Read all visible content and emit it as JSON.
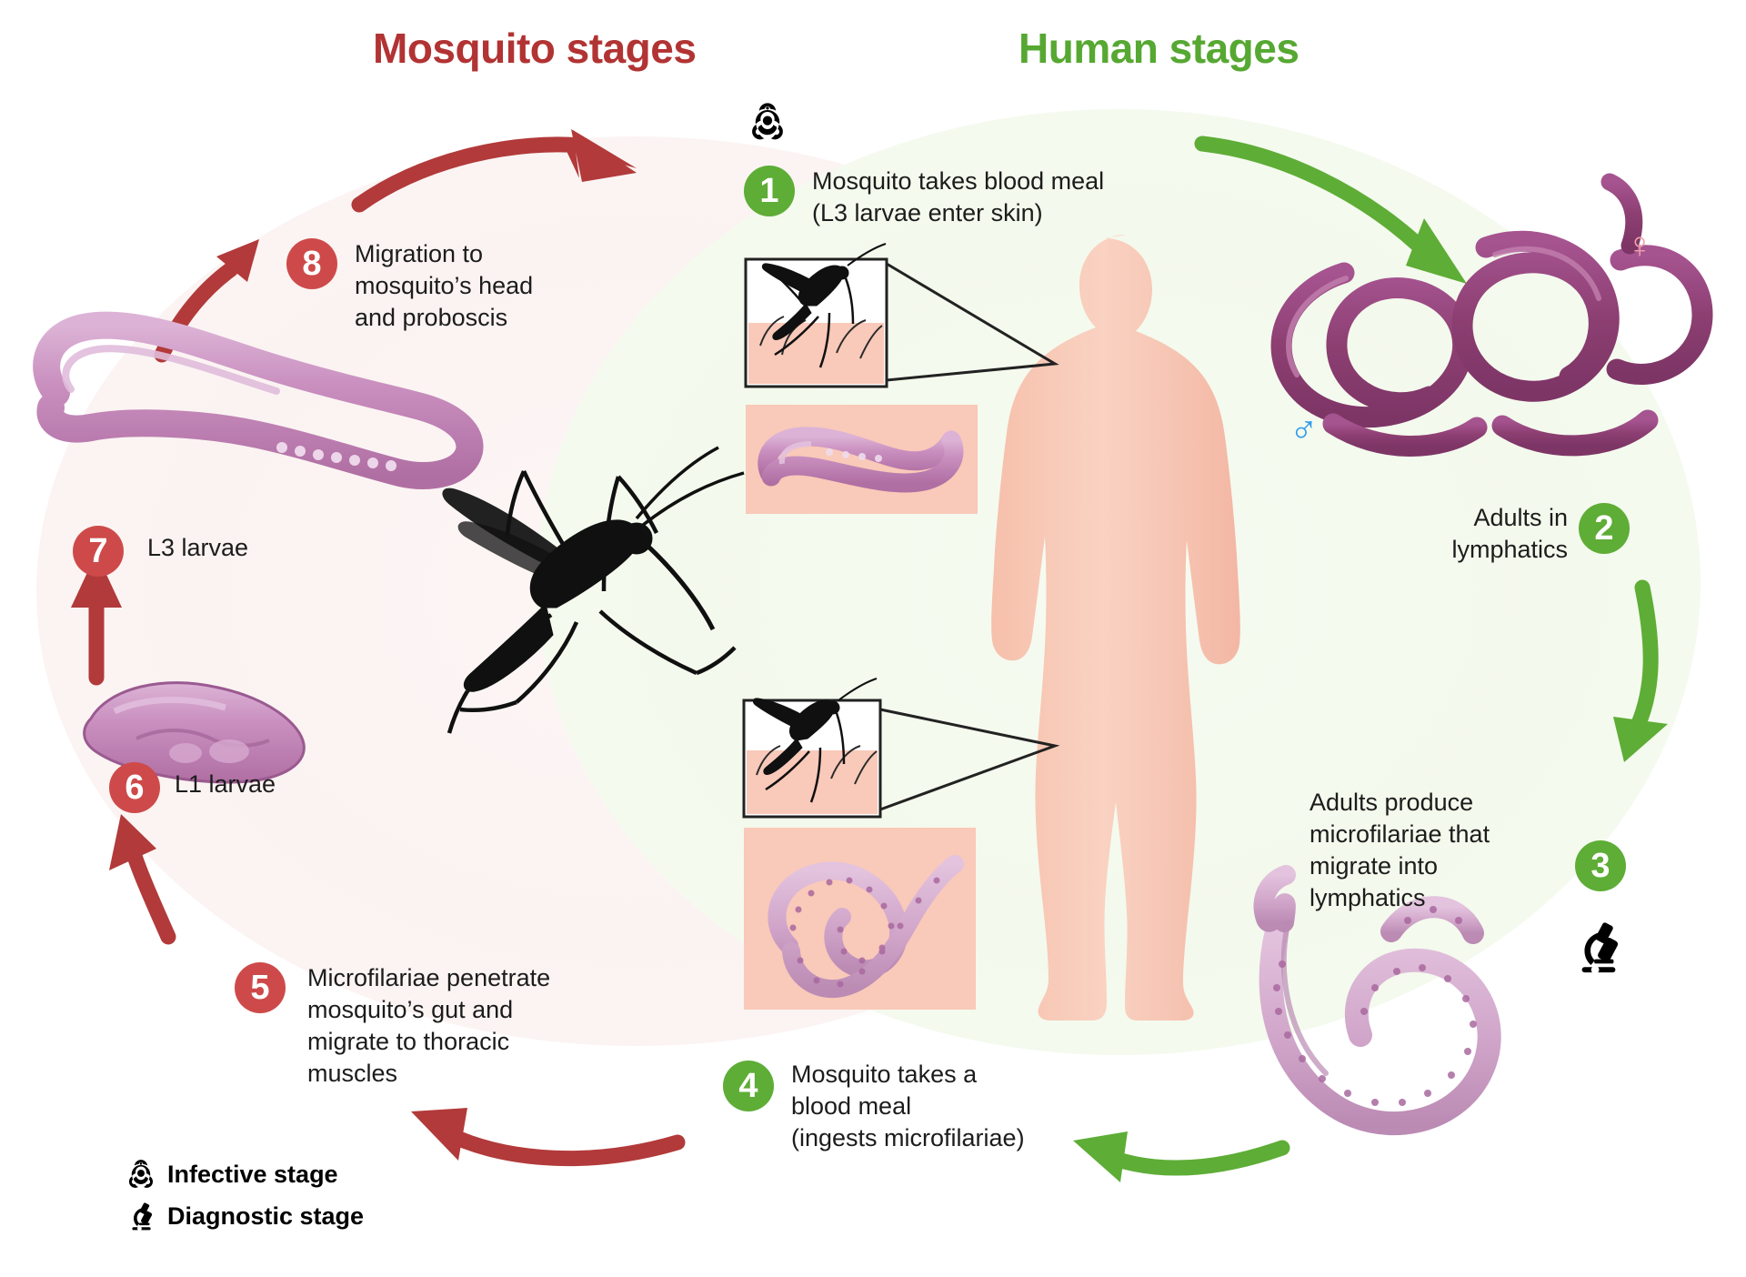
{
  "titles": {
    "mosquito": "Mosquito stages",
    "human": "Human stages"
  },
  "colors": {
    "mosquito_red": "#b23333",
    "human_green": "#56a832",
    "badge_green": "#5ead36",
    "badge_red": "#ce4a4a",
    "arrow_red": "#b23a3a",
    "arrow_green": "#5ead36",
    "skin": "#f8c6b2",
    "worm_adult": "#9c4d82",
    "worm_larva": "#c48fbe",
    "male_symbol": "#2f9bea",
    "female_symbol": "#f2a0a8",
    "mosquito_panel_bg": "#fbf4f3",
    "human_panel_bg": "#f4faee"
  },
  "steps": [
    {
      "number": "1",
      "badge_color": "green",
      "text": "Mosquito takes blood meal\n(L3 larvae enter skin)",
      "icon": "biohazard-icon"
    },
    {
      "number": "2",
      "badge_color": "green",
      "text": "Adults in\nlymphatics",
      "icon": null
    },
    {
      "number": "3",
      "badge_color": "green",
      "text": "Adults produce\nmicrofilariae that\nmigrate into\nlymphatics",
      "icon": "microscope-icon"
    },
    {
      "number": "4",
      "badge_color": "green",
      "text": "Mosquito takes a\nblood meal\n(ingests microfilariae)",
      "icon": null
    },
    {
      "number": "5",
      "badge_color": "red",
      "text": "Microfilariae penetrate\nmosquito’s gut and\nmigrate to thoracic\nmuscles",
      "icon": null
    },
    {
      "number": "6",
      "badge_color": "red",
      "text": "L1 larvae",
      "icon": null
    },
    {
      "number": "7",
      "badge_color": "red",
      "text": "L3 larvae",
      "icon": null
    },
    {
      "number": "8",
      "badge_color": "red",
      "text": "Migration to\nmosquito’s head\nand proboscis",
      "icon": null
    }
  ],
  "legend": [
    {
      "icon": "biohazard-icon",
      "label": "Infective stage"
    },
    {
      "icon": "microscope-icon",
      "label": "Diagnostic stage"
    }
  ],
  "symbols": {
    "female": "♀",
    "male": "♂"
  }
}
